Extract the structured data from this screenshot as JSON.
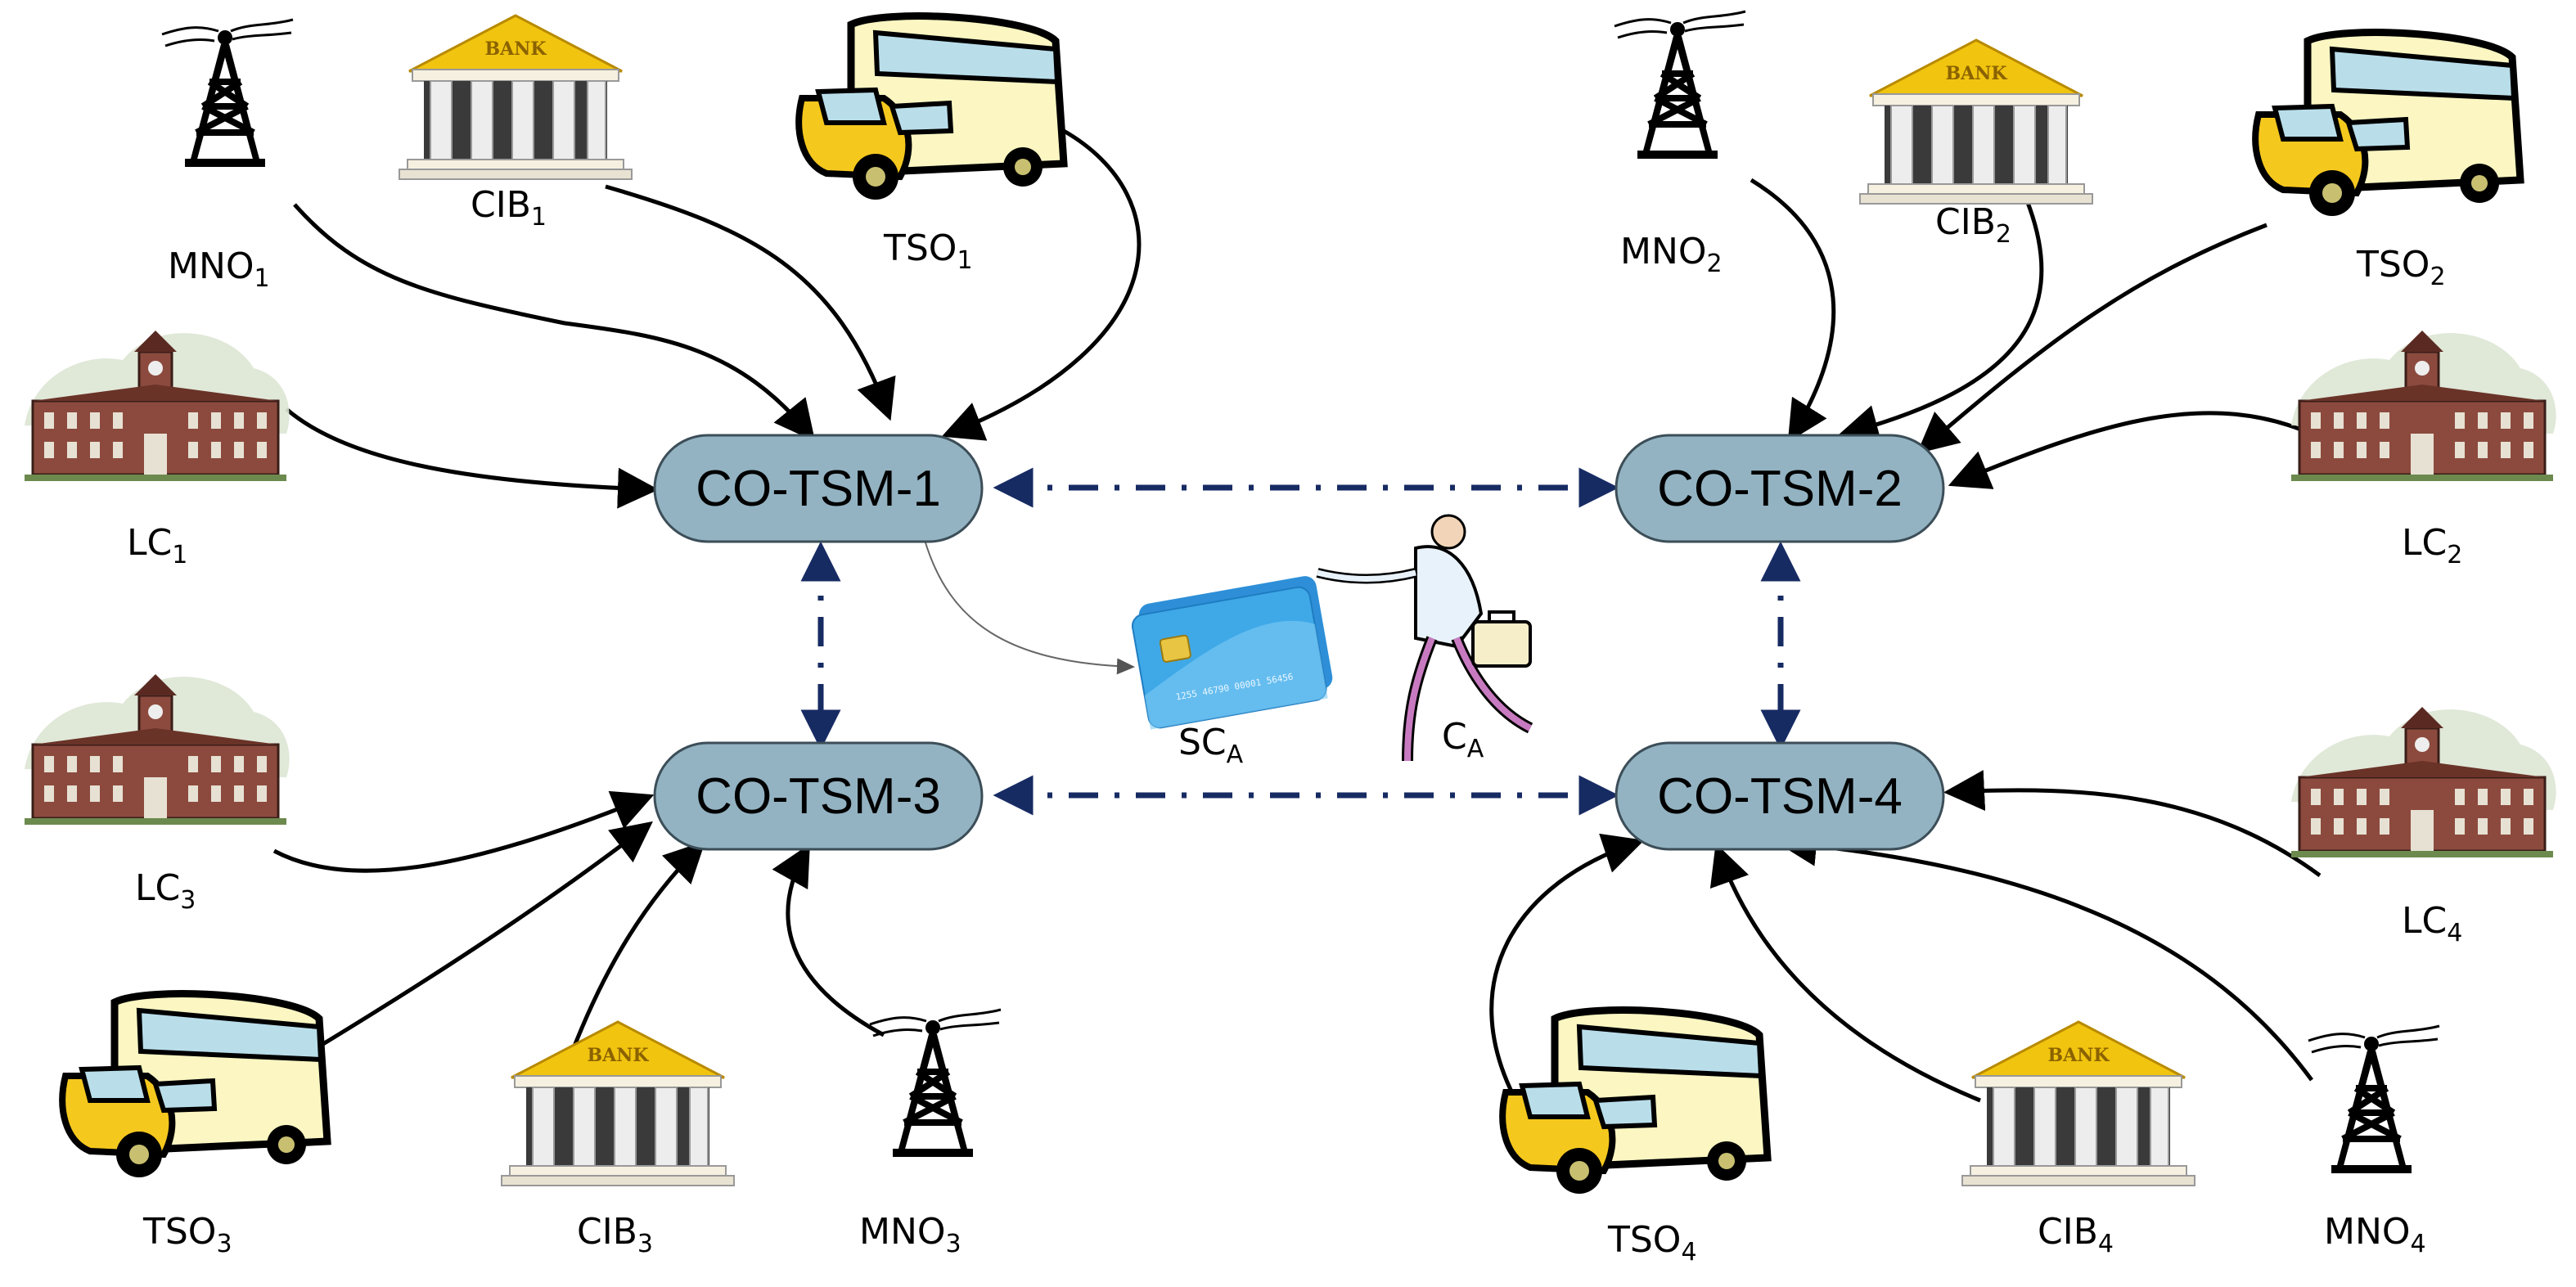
{
  "nodes": {
    "co_tsm_1": "CO-TSM-1",
    "co_tsm_2": "CO-TSM-2",
    "co_tsm_3": "CO-TSM-3",
    "co_tsm_4": "CO-TSM-4"
  },
  "labels": {
    "mno1": {
      "base": "MNO",
      "sub": "1"
    },
    "cib1": {
      "base": "CIB",
      "sub": "1"
    },
    "tso1": {
      "base": "TSO",
      "sub": "1"
    },
    "lc1": {
      "base": "LC",
      "sub": "1"
    },
    "mno2": {
      "base": "MNO",
      "sub": "2"
    },
    "cib2": {
      "base": "CIB",
      "sub": "2"
    },
    "tso2": {
      "base": "TSO",
      "sub": "2"
    },
    "lc2": {
      "base": "LC",
      "sub": "2"
    },
    "lc3": {
      "base": "LC",
      "sub": "3"
    },
    "tso3": {
      "base": "TSO",
      "sub": "3"
    },
    "cib3": {
      "base": "CIB",
      "sub": "3"
    },
    "mno3": {
      "base": "MNO",
      "sub": "3"
    },
    "lc4": {
      "base": "LC",
      "sub": "4"
    },
    "tso4": {
      "base": "TSO",
      "sub": "4"
    },
    "cib4": {
      "base": "CIB",
      "sub": "4"
    },
    "mno4": {
      "base": "MNO",
      "sub": "4"
    },
    "sca": {
      "base": "SC",
      "sub": "A"
    },
    "ca": {
      "base": "C",
      "sub": "A"
    }
  },
  "bank_sign": "BANK",
  "card_number": "1255  46790  00001  56456",
  "colors": {
    "node_fill": "#93B3C2",
    "node_stroke": "#3C4E58",
    "link": "#172B63",
    "bus_body": "#FBF6C2",
    "bus_cab": "#F5C81E",
    "bank_roof": "#F1C40F",
    "building": "#8C4A3E",
    "card": "#3FA9E8"
  },
  "icons": [
    "antenna-tower-icon",
    "bank-icon",
    "bus-icon",
    "city-hall-icon",
    "smart-card-icon",
    "businessman-icon"
  ]
}
